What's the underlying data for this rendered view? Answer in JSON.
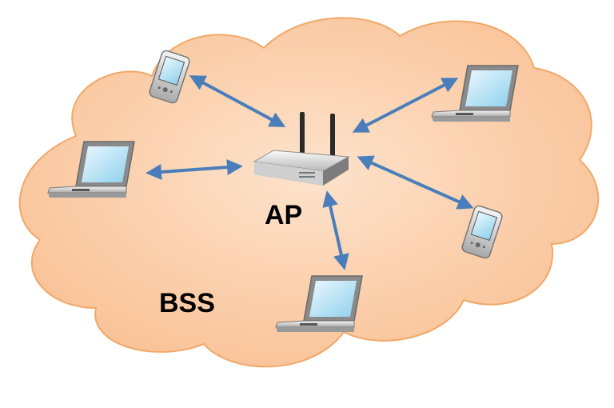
{
  "labels": {
    "access_point": "AP",
    "service_set": "BSS"
  },
  "colors": {
    "cloud_fill": "#fcd3b3",
    "cloud_stroke": "#f0a868",
    "arrow": "#4a7ebb",
    "laptop_screen": "#bfe6f5",
    "device_body": "#d9d9d9"
  },
  "devices": [
    {
      "kind": "phone",
      "name": "phone-top-left"
    },
    {
      "kind": "laptop",
      "name": "laptop-left"
    },
    {
      "kind": "laptop",
      "name": "laptop-top-right"
    },
    {
      "kind": "phone",
      "name": "phone-right"
    },
    {
      "kind": "laptop",
      "name": "laptop-bottom"
    }
  ]
}
